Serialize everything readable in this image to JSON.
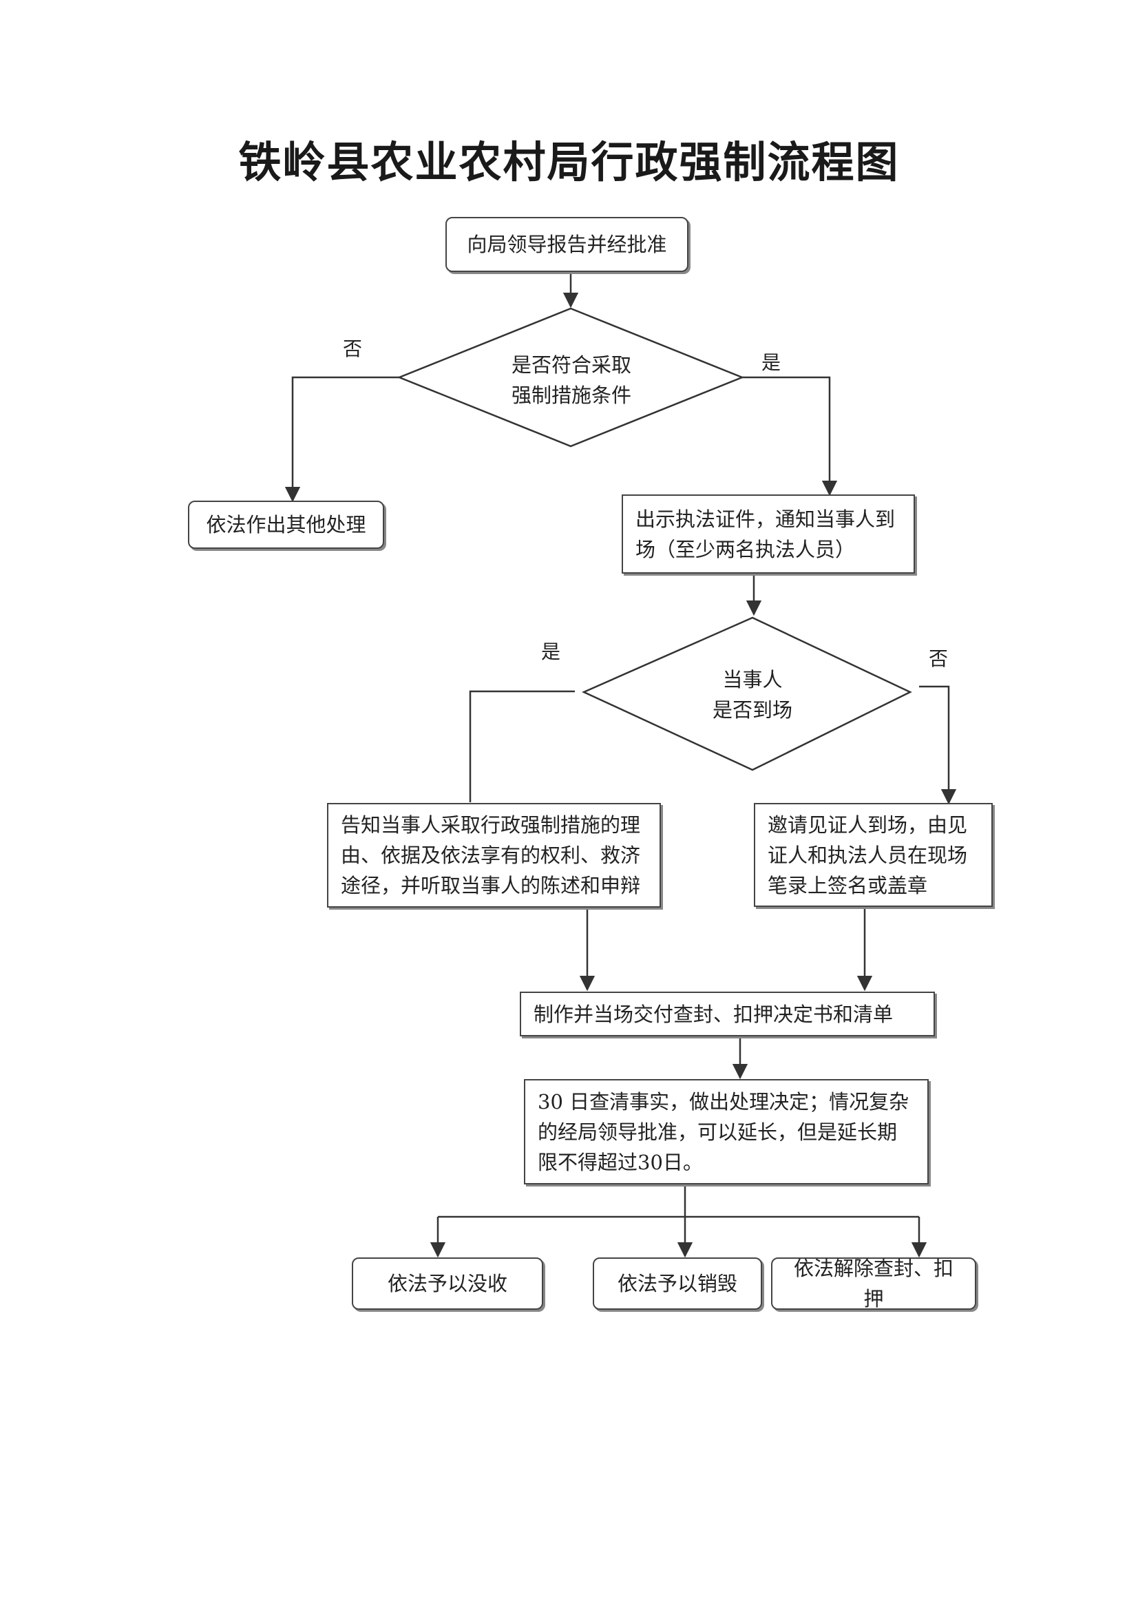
{
  "title": "铁岭县农业农村局行政强制流程图",
  "nodes": {
    "report": "向局领导报告并经批准",
    "decision1_line1": "是否符合采取",
    "decision1_line2": "强制措施条件",
    "other_handling": "依法作出其他处理",
    "show_credentials": "出示执法证件，通知当事人到场（至少两名执法人员）",
    "decision2_line1": "当事人",
    "decision2_line2": "是否到场",
    "inform_party": "告知当事人采取行政强制措施的理由、依据及依法享有的权利、救济途径，并听取当事人的陈述和申辩",
    "invite_witness": "邀请见证人到场，由见证人和执法人员在现场笔录上签名或盖章",
    "make_decision": "制作并当场交付查封、扣押决定书和清单",
    "investigate": "30 日查清事实，做出处理决定；情况复杂的经局领导批准，可以延长，但是延长期限不得超过30日。",
    "confiscate": "依法予以没收",
    "destroy": "依法予以销毁",
    "release": "依法解除查封、扣押"
  },
  "labels": {
    "d1_no": "否",
    "d1_yes": "是",
    "d2_yes": "是",
    "d2_no": "否"
  }
}
